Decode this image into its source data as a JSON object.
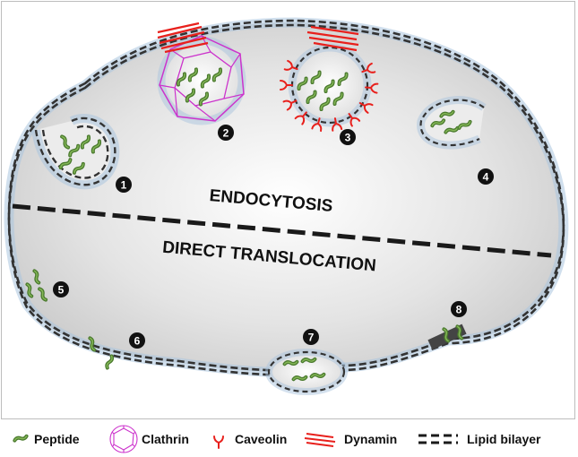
{
  "diagram": {
    "region_top_label": "ENDOCYTOSIS",
    "region_bottom_label": "DIRECT TRANSLOCATION",
    "markers": [
      "1",
      "2",
      "3",
      "4",
      "5",
      "6",
      "7",
      "8"
    ]
  },
  "legend": {
    "items": [
      {
        "icon": "peptide-icon",
        "label": "Peptide"
      },
      {
        "icon": "clathrin-icon",
        "label": "Clathrin"
      },
      {
        "icon": "caveolin-icon",
        "label": "Caveolin"
      },
      {
        "icon": "dynamin-icon",
        "label": "Dynamin"
      },
      {
        "icon": "lipid-bilayer-icon",
        "label": "Lipid bilayer"
      }
    ]
  },
  "colors": {
    "peptide": "#4a7a2e",
    "peptide_light": "#7fb04f",
    "clathrin": "#cc33cc",
    "caveolin": "#e8201c",
    "dynamin": "#e8201c",
    "membrane": "#333333",
    "membrane_glow": "#a9c4de"
  }
}
